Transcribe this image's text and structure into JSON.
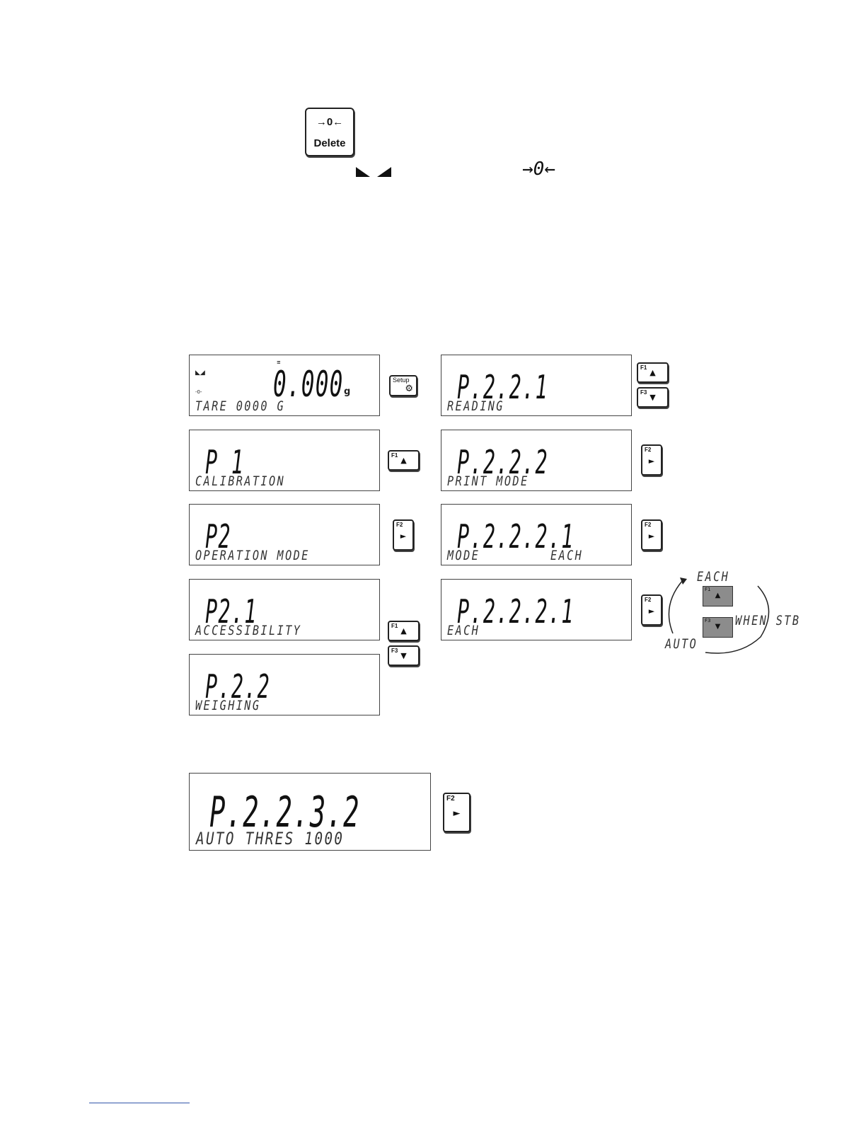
{
  "top": {
    "delete_key": {
      "symbol": "→0←",
      "label": "Delete"
    },
    "stable_indicator": "stable-marker-icon",
    "zero_indicator": "→0←"
  },
  "left_column": [
    {
      "main": "0.000",
      "unit": "g",
      "sub": "TARE 0000 G",
      "key": "Setup"
    },
    {
      "main": "P 1",
      "sub": "CALIBRATION",
      "key": "F1 ▲"
    },
    {
      "main": "P2",
      "sub": "OPERATION MODE",
      "key": "F2 ►"
    },
    {
      "main": "P2.1",
      "sub": "ACCESSIBILITY",
      "key": "F1 ▲ / F3 ▼"
    },
    {
      "main": "P.2.2",
      "sub": "WEIGHING"
    }
  ],
  "right_column": [
    {
      "main": "P.2.2.1",
      "sub": "READING",
      "key": "F1 ▲ / F3 ▼"
    },
    {
      "main": "P.2.2.2",
      "sub": "PRINT MODE",
      "key": "F2 ►"
    },
    {
      "main": "P.2.2.2.1",
      "sub": "MODE",
      "sub2": "EACH",
      "key": "F2 ►"
    },
    {
      "main": "P.2.2.2.1",
      "sub": "EACH",
      "key": "F2 ►"
    }
  ],
  "cycle": {
    "top": "EACH",
    "right": "WHEN STB",
    "bottom": "AUTO"
  },
  "keys": {
    "f1": "F1",
    "f2": "F2",
    "f3": "F3",
    "setup": "Setup",
    "up": "▲",
    "down": "▼",
    "right": "►"
  },
  "bottom_panel": {
    "main": "P.2.2.3.2",
    "sub": "AUTO THRES 1000",
    "key": "F2 ►"
  }
}
